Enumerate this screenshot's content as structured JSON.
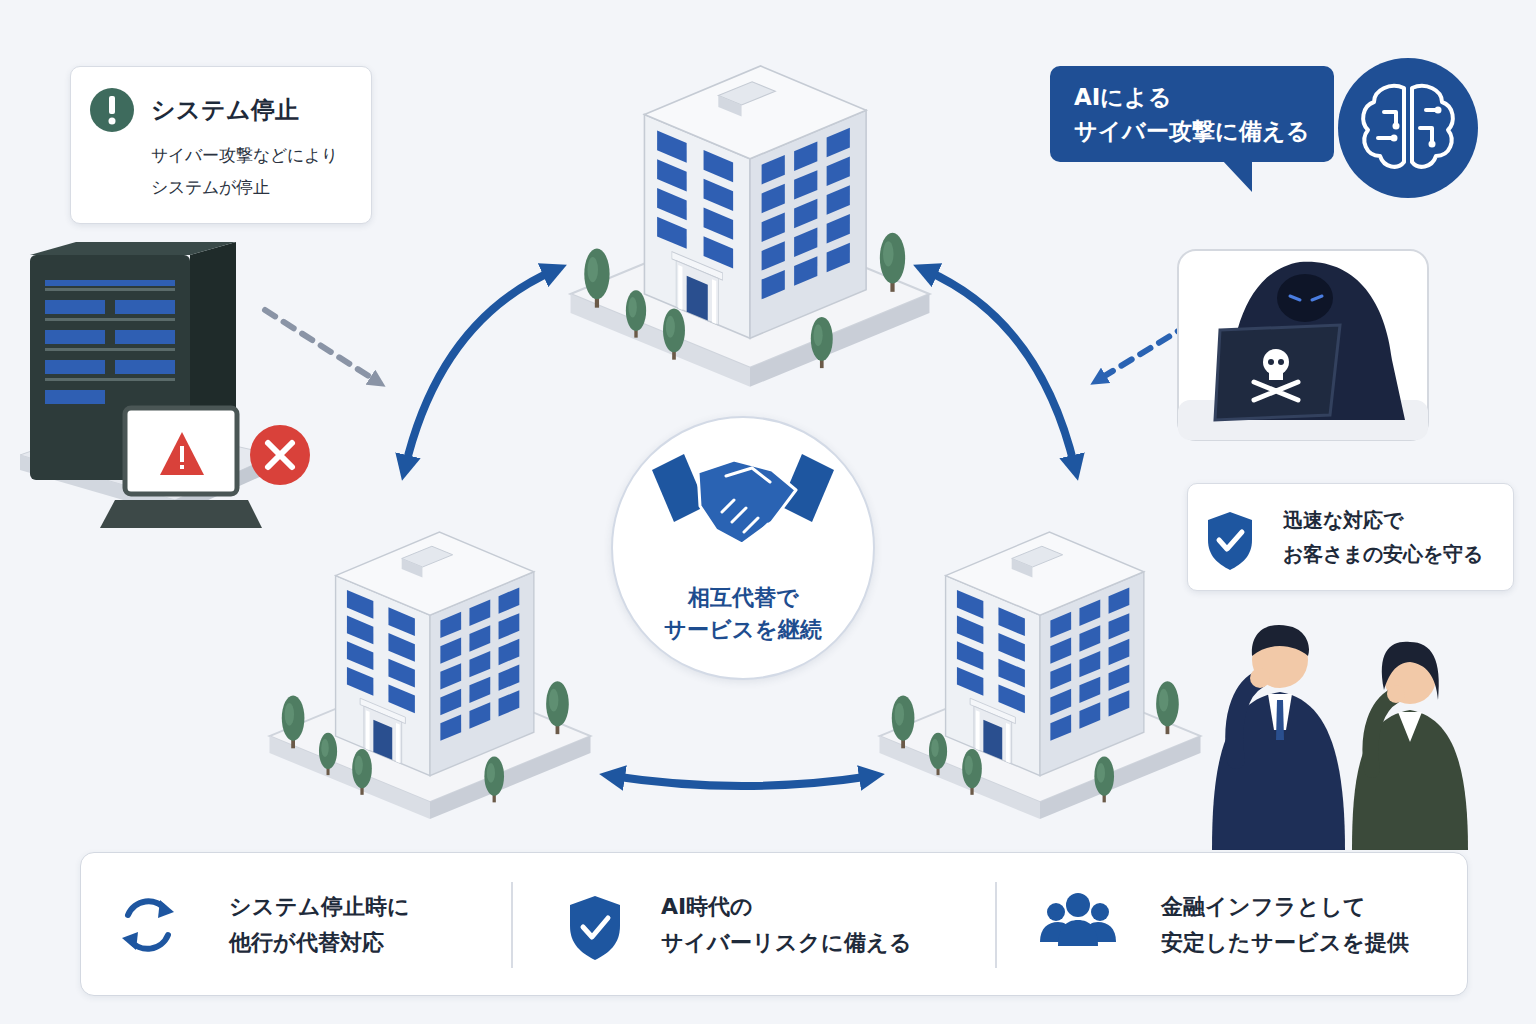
{
  "diagram": {
    "nodes": [
      {
        "text": [
          "システム停止",
          "サイバー攻撃などにより システムが停止"
        ]
      },
      {
        "text": [
          "AIによる サイバー攻撃に備える"
        ]
      },
      {
        "text": [
          "相互代替で サービスを継続"
        ]
      },
      {
        "text": [
          "迅速な対応で お客さまの安心を守る"
        ]
      },
      {
        "text": [
          "システム停止時に 他行が代替対応",
          "AI時代の サイバーリスクに備える",
          "金融インフラとして 安定したサービスを提供"
        ]
      }
    ]
  }
}
